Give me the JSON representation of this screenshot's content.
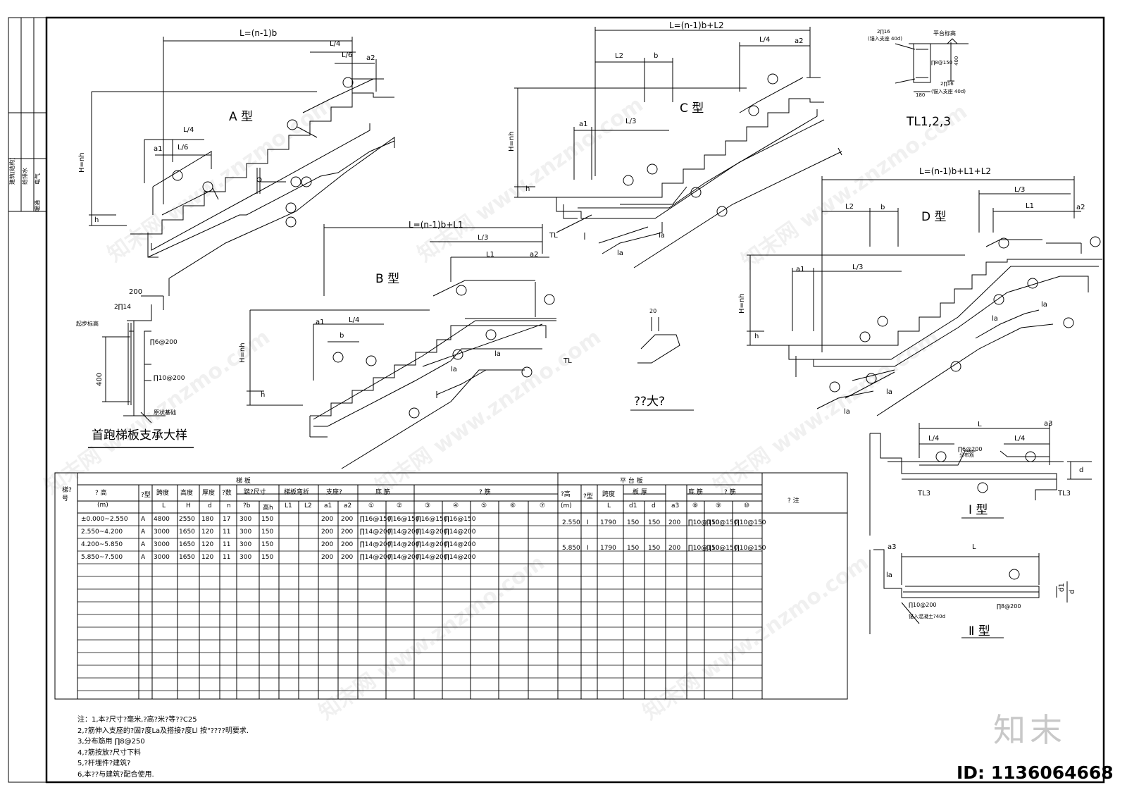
{
  "sidebar": {
    "labels": [
      "建筑(结构)",
      "给排水",
      "电气",
      "暖通"
    ]
  },
  "diagrams": {
    "typeA": {
      "title": "A 型",
      "dim_top": "L=(n-1)b",
      "dim_l4": "L/4",
      "dim_l6": "L/6",
      "dim_a2": "a2",
      "dim_a1": "a1",
      "height": "H=nh",
      "h": "h"
    },
    "typeB": {
      "title": "B 型",
      "dim_top": "L=(n-1)b+L1",
      "dim_l3": "L/3",
      "dim_l1": "L1",
      "dim_a2": "a2",
      "dim_a1": "a1",
      "dim_l4": "L/4",
      "dim_b": "b",
      "height": "H=nh",
      "h": "h",
      "la": "la",
      "tl": "TL"
    },
    "typeC": {
      "title": "C 型",
      "dim_top": "L=(n-1)b+L2",
      "dim_l2": "L2",
      "dim_b": "b",
      "dim_l4": "L/4",
      "dim_a2": "a2",
      "dim_a1": "a1",
      "dim_l3": "L/3",
      "height": "H=nh",
      "h": "h",
      "la": "la",
      "tl": "TL"
    },
    "typeD": {
      "title": "D 型",
      "dim_top": "L=(n-1)b+L1+L2",
      "dim_l2": "L2",
      "dim_b": "b",
      "dim_l3": "L/3",
      "dim_l1": "L1",
      "dim_a2": "a2",
      "dim_a1": "a1",
      "height": "H=nh",
      "h": "h",
      "la": "la"
    },
    "tl": {
      "title": "TL1,2,3",
      "top_bar": "2∏16",
      "top_note": "(锚入支座 40d)",
      "stirrup": "∏8@150",
      "bot_bar": "2∏16",
      "bot_note": "(锚入支座 40d)",
      "depth": "400",
      "width": "180",
      "level": "平台标高"
    },
    "support": {
      "title": "首跑梯板支承大样",
      "w": "200",
      "bar": "2∏14",
      "level": "起步标高",
      "st1": "∏6@200",
      "st2": "∏10@200",
      "depth": "400",
      "base": "原状基础"
    },
    "nosing": {
      "title": "??大?",
      "dim": "20"
    },
    "type1": {
      "title": "Ⅰ 型",
      "L": "L",
      "a3": "a3",
      "l4a": "L/4",
      "l4b": "L/4",
      "dist": "∏6@200",
      "dist2": "分布筋",
      "d": "d",
      "tl3a": "TL3",
      "tl3b": "TL3"
    },
    "type2": {
      "title": "Ⅱ 型",
      "L": "L",
      "a3": "a3",
      "la": "la",
      "d1": "d1",
      "d": "d",
      "bar1": "∏10@200",
      "bar2": "∏8@200",
      "note": "锚入混凝土?40d"
    }
  },
  "table": {
    "group_stair": "梯                                    板",
    "group_platform": "平  台  板",
    "remark": "?  注",
    "h_no": "梯?号",
    "h_level": "?  高",
    "h_level_unit": "(m)",
    "h_type": "?型",
    "h_span": "跨度",
    "h_span_sym": "L",
    "h_height": "高度",
    "h_height_sym": "H",
    "h_thick": "厚度",
    "h_thick_sym": "d",
    "h_steps": "?数",
    "h_steps_sym": "n",
    "h_stepsize": "踏?尺寸",
    "h_b": "?b",
    "h_hh": "高h",
    "h_fold": "梯板弯折",
    "h_L1": "L1",
    "h_L2": "L2",
    "h_support": "支座?",
    "h_a1": "a1",
    "h_a2": "a2",
    "h_bottom": "底  筋",
    "h_top": "?  筋",
    "bars": [
      "①",
      "②",
      "③",
      "④",
      "⑤",
      "⑥",
      "⑦"
    ],
    "p_level": "?高",
    "p_level_unit": "(m)",
    "p_type": "?型",
    "p_span": "跨度",
    "p_span_sym": "L",
    "p_thick": "板  厚",
    "p_d1": "d1",
    "p_d": "d",
    "p_a3": "a3",
    "p_bottom": "底 筋",
    "p_top": "?  筋",
    "p_bars": [
      "⑧",
      "⑨",
      "⑩"
    ],
    "rows": [
      {
        "level": "±0.000~2.550",
        "type": "A",
        "L": "4800",
        "H": "2550",
        "d": "180",
        "n": "17",
        "b": "300",
        "h": "150",
        "a1": "200",
        "a2": "200",
        "b1": "∏16@150",
        "b2": "∏16@150",
        "b3": "∏16@150",
        "b4": "∏16@150"
      },
      {
        "level": "2.550~4.200",
        "type": "A",
        "L": "3000",
        "H": "1650",
        "d": "120",
        "n": "11",
        "b": "300",
        "h": "150",
        "a1": "200",
        "a2": "200",
        "b1": "∏14@200",
        "b2": "∏14@200",
        "b3": "∏14@200",
        "b4": "∏14@200"
      },
      {
        "level": "4.200~5.850",
        "type": "A",
        "L": "3000",
        "H": "1650",
        "d": "120",
        "n": "11",
        "b": "300",
        "h": "150",
        "a1": "200",
        "a2": "200",
        "b1": "∏14@200",
        "b2": "∏14@200",
        "b3": "∏14@200",
        "b4": "∏14@200"
      },
      {
        "level": "5.850~7.500",
        "type": "A",
        "L": "3000",
        "H": "1650",
        "d": "120",
        "n": "11",
        "b": "300",
        "h": "150",
        "a1": "200",
        "a2": "200",
        "b1": "∏14@200",
        "b2": "∏14@200",
        "b3": "∏14@200",
        "b4": "∏14@200"
      }
    ],
    "prows": [
      {
        "level": "2.550",
        "type": "I",
        "L": "1790",
        "d1": "150",
        "d": "150",
        "a3": "200",
        "b8": "∏10@150",
        "b9": "∏10@150",
        "b10": "∏10@150"
      },
      {
        "level": "5.850",
        "type": "I",
        "L": "1790",
        "d1": "150",
        "d": "150",
        "a3": "200",
        "b8": "∏10@150",
        "b9": "∏10@150",
        "b10": "∏10@150"
      }
    ]
  },
  "notes": [
    "注：1,本?尺寸?毫米,?高?米?等??C25",
    "     2,?筋伸入支座的?固?度La及搭接?度Ll    按\"????明要求.",
    "     3,分布筋用  ∏8@250",
    "     4,?筋按放?尺寸下料",
    "     5,?杆埋件?建筑?",
    "     6,本??与建筑?配合使用."
  ],
  "logo": "知末",
  "id_label": "ID: 1136064668",
  "watermark": "知末网 www.znzmo.com"
}
